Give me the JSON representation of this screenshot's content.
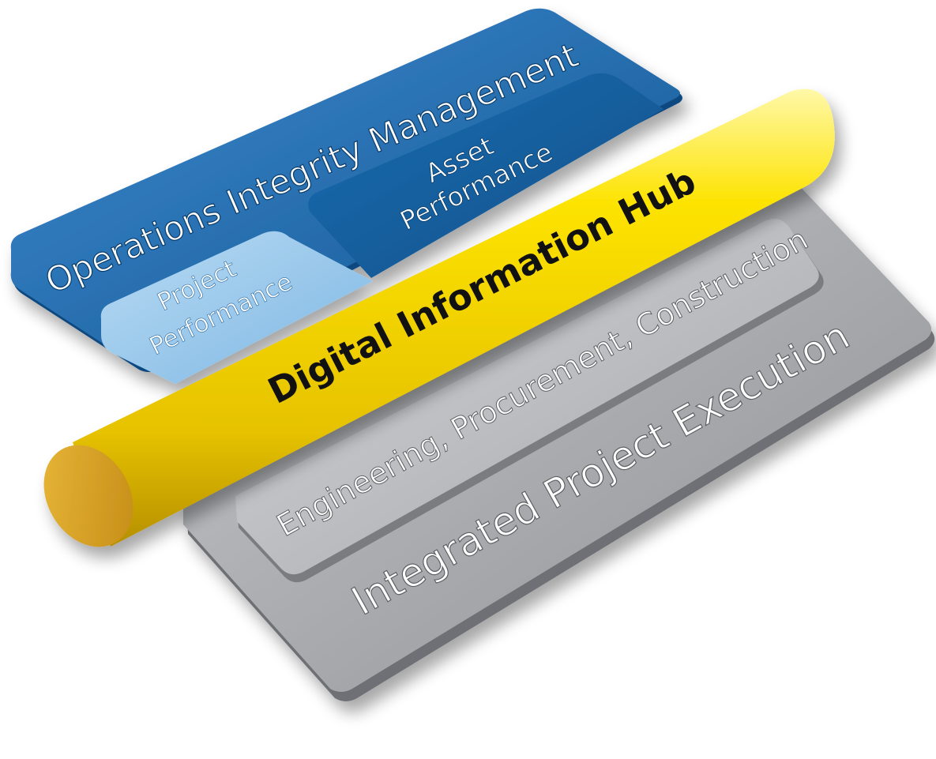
{
  "diagram": {
    "ops_title": "Operations Integrity Management",
    "project_perf": {
      "line1": "Project",
      "line2": "Performance"
    },
    "asset_perf": {
      "line1": "Asset",
      "line2": "Performance"
    },
    "hub": "Digital Information Hub",
    "epc": "Engineering, Procurement, Construction",
    "ipe": "Integrated Project Execution"
  },
  "colors": {
    "blue_main": "#1f6aa8",
    "blue_light": "#8cc0e8",
    "yellow": "#f2d21a",
    "gray": "#9a9ca0"
  }
}
